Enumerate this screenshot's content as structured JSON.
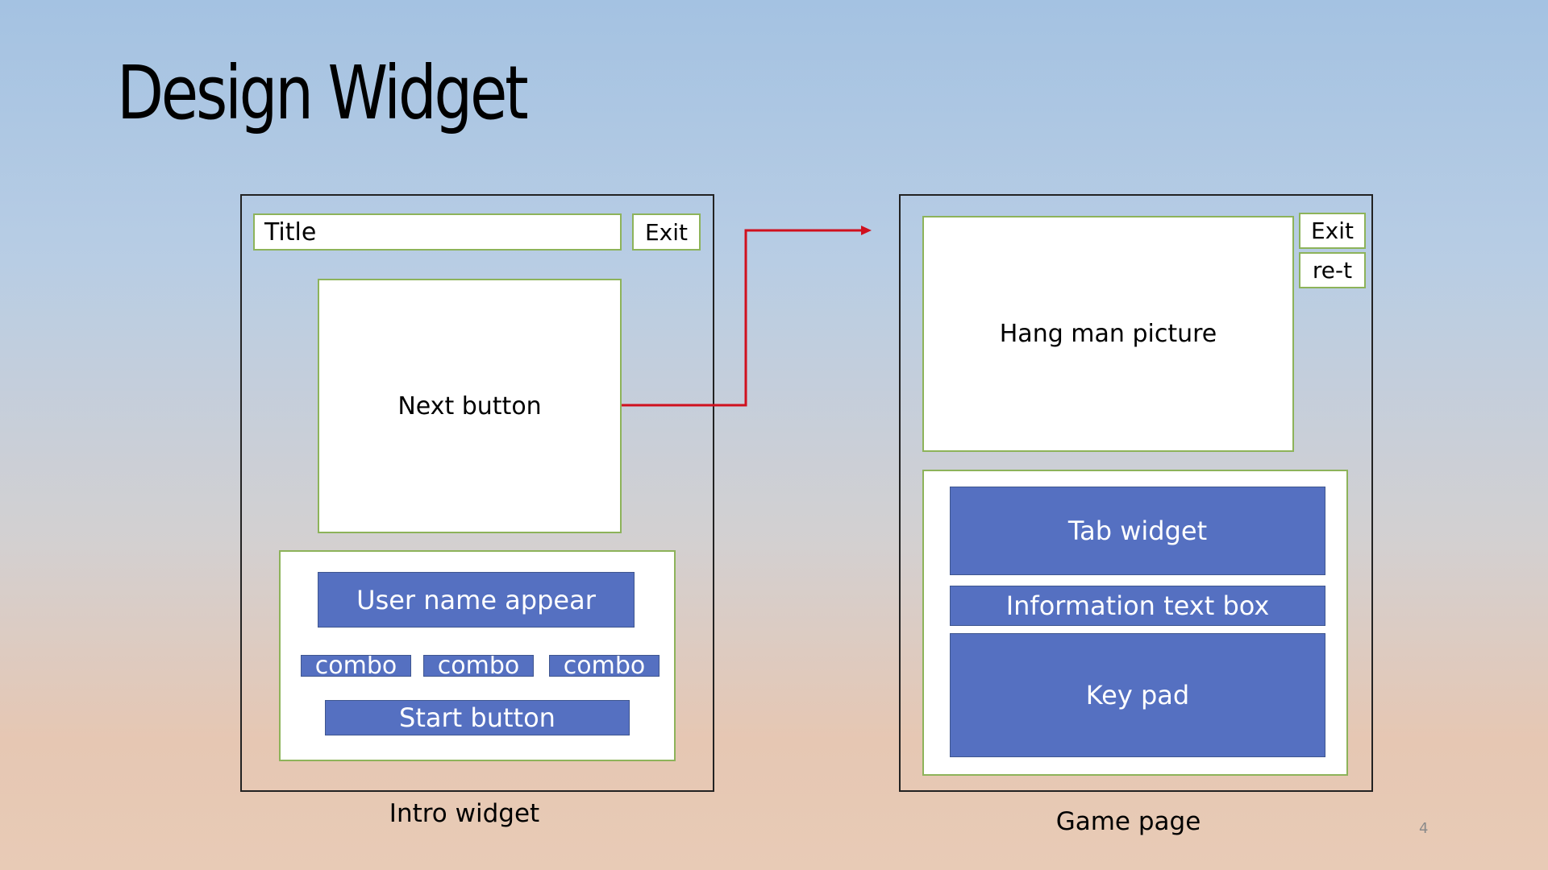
{
  "slide": {
    "title": "Design Widget",
    "page_number": "4"
  },
  "intro_widget": {
    "caption": "Intro widget",
    "title_field": "Title",
    "exit_button": "Exit",
    "next_button": "Next button",
    "user_name": "User name appear",
    "combos": [
      "combo",
      "combo",
      "combo"
    ],
    "start_button": "Start button"
  },
  "game_page": {
    "caption": "Game page",
    "hangman_picture": "Hang man picture",
    "exit_button": "Exit",
    "reset_button": "re-t",
    "tab_widget": "Tab widget",
    "info_box": "Information text box",
    "keypad": "Key pad"
  },
  "colors": {
    "widget_blue": "#5570c1",
    "outline_green": "#8db35a",
    "arrow_red": "#d0101e"
  }
}
